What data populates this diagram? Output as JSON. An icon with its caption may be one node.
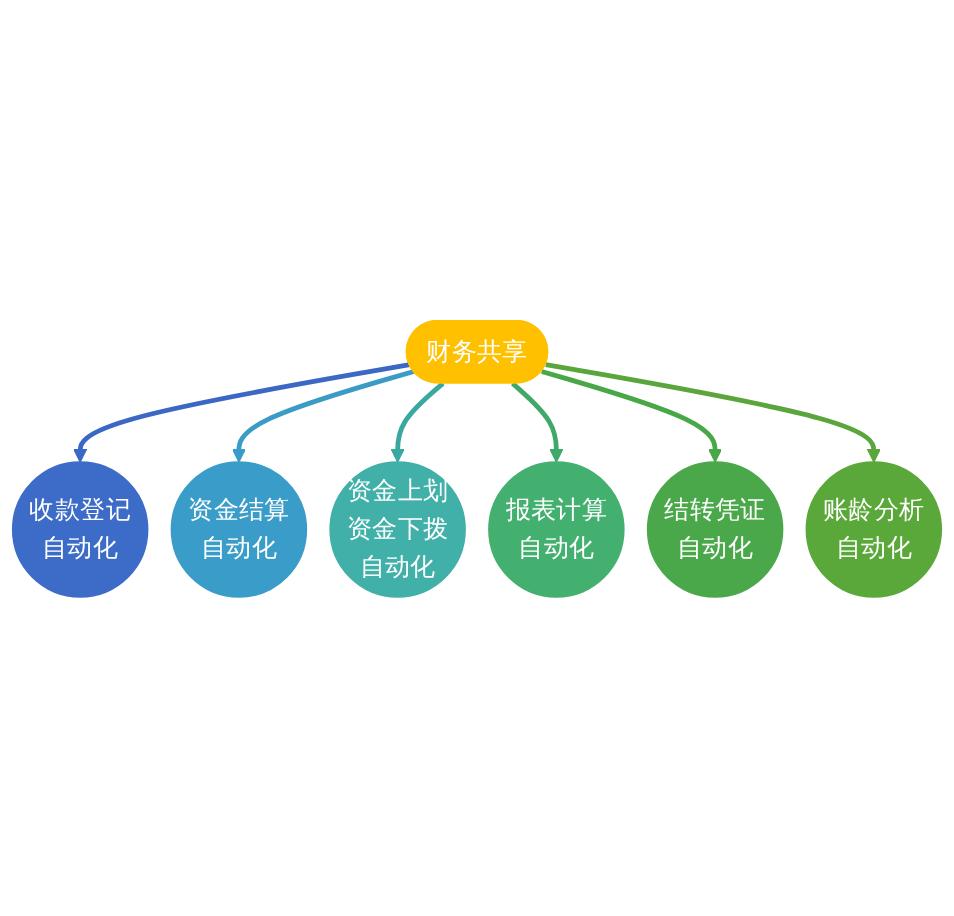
{
  "diagram": {
    "nodes": [
      {
        "text": [
          "收款登记自动化"
        ]
      },
      {
        "text": [
          "账龄分析自动化"
        ]
      },
      {
        "text": [
          "资金结算自动化"
        ]
      },
      {
        "text": [
          "财务共享"
        ]
      },
      {
        "text": [
          "结转凭证自动化"
        ]
      },
      {
        "text": [
          "资金上划资金下拨自动化"
        ]
      },
      {
        "text": [
          "报表计算自动化"
        ]
      }
    ],
    "edges": [
      {
        "from": 3,
        "to": 0,
        "arrow": "to",
        "color": "#3a68c4"
      },
      {
        "from": 3,
        "to": 2,
        "arrow": "to",
        "color": "#3a9cc6"
      },
      {
        "from": 3,
        "to": 5,
        "arrow": "to",
        "color": "#3aa8a0"
      },
      {
        "from": 3,
        "to": 6,
        "arrow": "to",
        "color": "#40a868"
      },
      {
        "from": 3,
        "to": 4,
        "arrow": "to",
        "color": "#48a848"
      },
      {
        "from": 3,
        "to": 1,
        "arrow": "to",
        "color": "#5aa63c"
      }
    ]
  }
}
